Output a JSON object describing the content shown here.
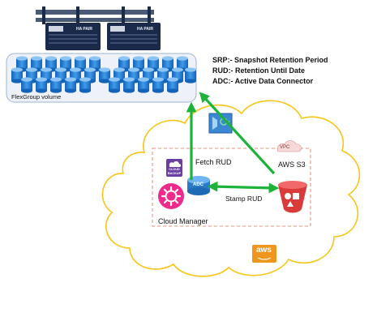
{
  "storage": {
    "ha_pair_label_1": "HA PAIR",
    "ha_pair_label_2": "HA PAIR",
    "volume_label": "FlexGroup volume"
  },
  "legend": {
    "srp": "SRP:- Snapshot Retention Period",
    "rud": "RUD:- Retention Until Date",
    "adc": "ADC:- Active Data Connector"
  },
  "cloud": {
    "vpc_label": "VPC",
    "aws_s3_label": "AWS S3",
    "fetch_label": "Fetch RUD",
    "stamp_label": "Stamp RUD",
    "adc_label": "ADC",
    "cloud_backup_label": "CLOUD BACKUP",
    "cloud_manager_label": "Cloud Manager",
    "aws_logo_text": "aws"
  },
  "colors": {
    "arrow_green": "#1db33b",
    "cloud_outline": "#f5c518",
    "vpc_dash": "#e8917a",
    "cylinder_blue": "#1f7fd6",
    "rack_navy": "#1b2a4a",
    "aws_orange": "#f0961e",
    "cloud_manager_pink": "#ee2b8c",
    "s3_red": "#d93a3a"
  }
}
